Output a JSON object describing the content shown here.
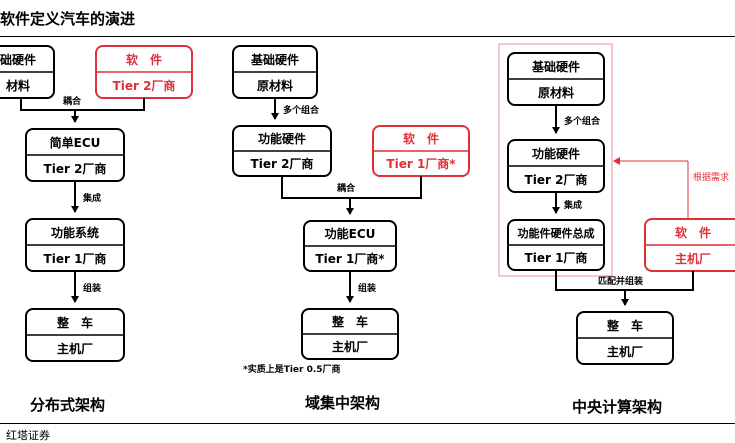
{
  "title": "软件定义汽车的演进",
  "source": "红塔证券",
  "colors": {
    "black": "#000000",
    "red": "#e0303a",
    "pink": "#f3a0a6"
  },
  "distributed": {
    "name": "分布式架构",
    "hw_top": "础硬件",
    "hw_bottom": "材料",
    "sw_top": "软　件",
    "sw_bottom": "Tier 2厂商",
    "couple": "耦合",
    "ecu_top": "简单ECU",
    "ecu_bottom": "Tier 2厂商",
    "integrate": "集成",
    "fn_top": "功能系统",
    "fn_bottom": "Tier 1厂商",
    "assemble": "组装",
    "car_top": "整　车",
    "car_bottom": "主机厂"
  },
  "domain": {
    "name": "域集中架构",
    "hw_top": "基础硬件",
    "hw_bottom": "原材料",
    "combine": "多个组合",
    "fhw_top": "功能硬件",
    "fhw_bottom": "Tier 2厂商",
    "sw_top": "软　件",
    "sw_bottom": "Tier 1厂商*",
    "couple": "耦合",
    "ecu_top": "功能ECU",
    "ecu_bottom": "Tier 1厂商*",
    "assemble": "组装",
    "car_top": "整　车",
    "car_bottom": "主机厂",
    "note": "*实质上是Tier 0.5厂商"
  },
  "central": {
    "name": "中央计算架构",
    "hw_top": "基础硬件",
    "hw_bottom": "原材料",
    "combine": "多个组合",
    "fhw_top": "功能硬件",
    "fhw_bottom": "Tier 2厂商",
    "integrate": "集成",
    "sys_top": "功能件硬件总成",
    "sys_bottom": "Tier 1厂商",
    "sw_top": "软　件",
    "sw_bottom": "主机厂",
    "feedback": "根据需求",
    "match": "匹配并组装",
    "car_top": "整　车",
    "car_bottom": "主机厂"
  }
}
